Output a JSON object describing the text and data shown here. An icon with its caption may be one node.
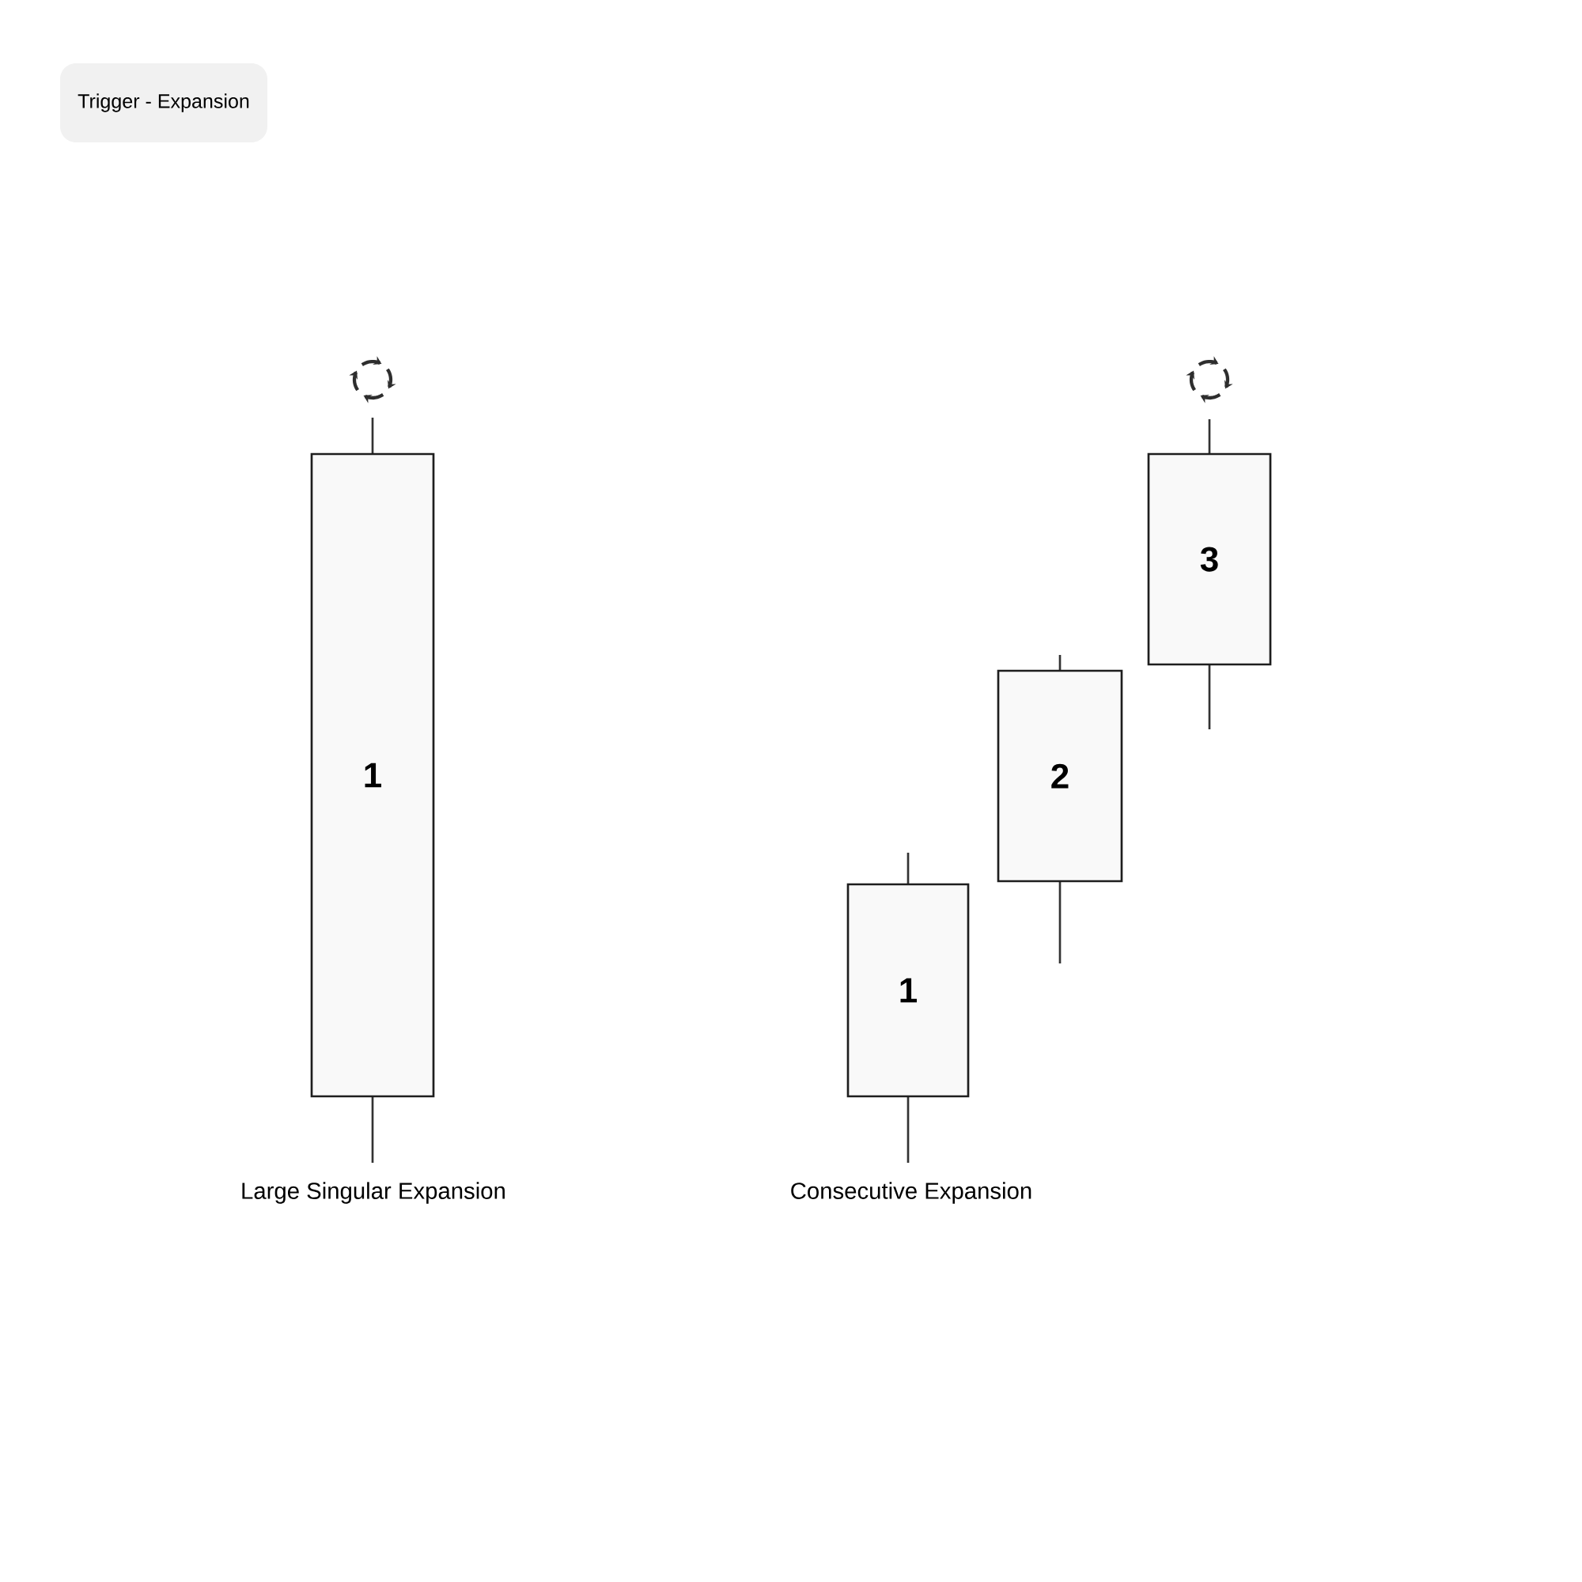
{
  "diagram": {
    "title": "Trigger - Expansion",
    "nodes": [
      {
        "text": [
          "1"
        ]
      },
      {
        "text": [
          "1"
        ]
      },
      {
        "text": [
          "2"
        ]
      },
      {
        "text": [
          "3"
        ]
      }
    ],
    "labels": [
      "Large Singular Expansion",
      "Consecutive Expansion"
    ]
  }
}
